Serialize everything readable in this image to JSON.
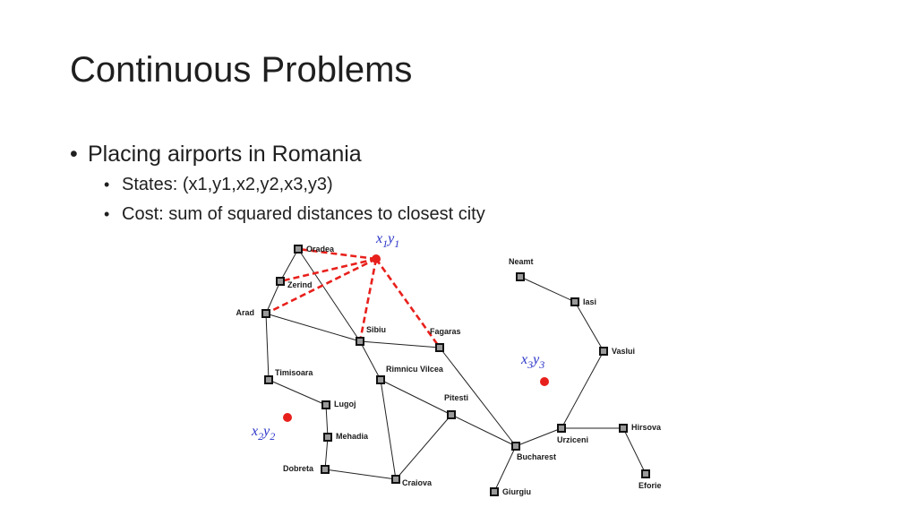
{
  "slide": {
    "title": "Continuous Problems",
    "bullet": "Placing airports in Romania",
    "sub_bullets": [
      "States: (x1,y1,x2,y2,x3,y3)",
      "Cost: sum of squared distances to closest city"
    ]
  },
  "map": {
    "cities": [
      {
        "id": "oradea",
        "name": "Oradea"
      },
      {
        "id": "zerind",
        "name": "Zerind"
      },
      {
        "id": "arad",
        "name": "Arad"
      },
      {
        "id": "timisoara",
        "name": "Timisoara"
      },
      {
        "id": "lugoj",
        "name": "Lugoj"
      },
      {
        "id": "mehadia",
        "name": "Mehadia"
      },
      {
        "id": "dobreta",
        "name": "Dobreta"
      },
      {
        "id": "craiova",
        "name": "Craiova"
      },
      {
        "id": "sibiu",
        "name": "Sibiu"
      },
      {
        "id": "rimnicu",
        "name": "Rimnicu Vilcea"
      },
      {
        "id": "fagaras",
        "name": "Fagaras"
      },
      {
        "id": "pitesti",
        "name": "Pitesti"
      },
      {
        "id": "bucharest",
        "name": "Bucharest"
      },
      {
        "id": "giurgiu",
        "name": "Giurgiu"
      },
      {
        "id": "urziceni",
        "name": "Urziceni"
      },
      {
        "id": "hirsova",
        "name": "Hirsova"
      },
      {
        "id": "eforie",
        "name": "Eforie"
      },
      {
        "id": "vaslui",
        "name": "Vaslui"
      },
      {
        "id": "iasi",
        "name": "Iasi"
      },
      {
        "id": "neamt",
        "name": "Neamt"
      }
    ],
    "roads": [
      [
        "oradea",
        "zerind"
      ],
      [
        "oradea",
        "sibiu"
      ],
      [
        "zerind",
        "arad"
      ],
      [
        "arad",
        "sibiu"
      ],
      [
        "arad",
        "timisoara"
      ],
      [
        "timisoara",
        "lugoj"
      ],
      [
        "lugoj",
        "mehadia"
      ],
      [
        "mehadia",
        "dobreta"
      ],
      [
        "dobreta",
        "craiova"
      ],
      [
        "sibiu",
        "fagaras"
      ],
      [
        "sibiu",
        "rimnicu"
      ],
      [
        "rimnicu",
        "craiova"
      ],
      [
        "rimnicu",
        "pitesti"
      ],
      [
        "craiova",
        "pitesti"
      ],
      [
        "pitesti",
        "bucharest"
      ],
      [
        "fagaras",
        "bucharest"
      ],
      [
        "bucharest",
        "giurgiu"
      ],
      [
        "bucharest",
        "urziceni"
      ],
      [
        "urziceni",
        "hirsova"
      ],
      [
        "hirsova",
        "eforie"
      ],
      [
        "urziceni",
        "vaslui"
      ],
      [
        "vaslui",
        "iasi"
      ],
      [
        "iasi",
        "neamt"
      ]
    ],
    "airports": [
      {
        "id": "a1",
        "var": "x",
        "sub": "1",
        "var2": "y",
        "sub2": "1"
      },
      {
        "id": "a2",
        "var": "x",
        "sub": "2",
        "var2": "y",
        "sub2": "2"
      },
      {
        "id": "a3",
        "var": "x",
        "sub": "3",
        "var2": "y",
        "sub2": "3"
      }
    ],
    "assignments": [
      [
        "a1",
        "oradea"
      ],
      [
        "a1",
        "zerind"
      ],
      [
        "a1",
        "arad"
      ],
      [
        "a1",
        "sibiu"
      ],
      [
        "a1",
        "fagaras"
      ]
    ],
    "colors": {
      "road": "#222222",
      "city_fill": "#9a9a9a",
      "city_stroke": "#111111",
      "airport": "#e8201c",
      "assignment": "#e8201c",
      "coord_label": "#2a34c8"
    }
  }
}
